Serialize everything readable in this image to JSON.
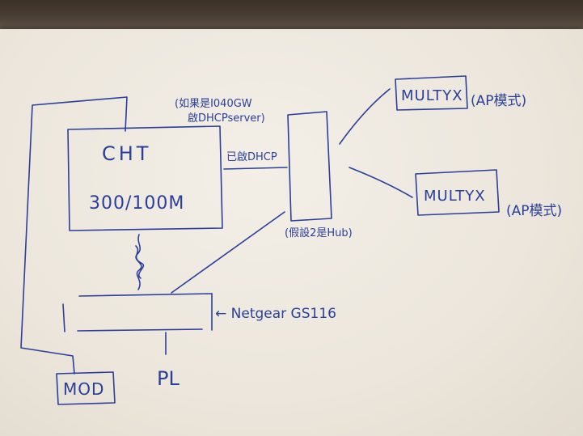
{
  "labels": {
    "note_line1": "(如果是I040GW",
    "note_line2": "啟DHCPserver)",
    "cht_line1": "CHT",
    "cht_line2": "300/100M",
    "dhcp_enabled": "已啟DHCP",
    "hub_label": "(假設2是Hub)",
    "multyx_top": "MULTYX",
    "multyx_top_mode": "(AP模式)",
    "multyx_bottom": "MULTYX",
    "multyx_bottom_mode": "(AP模式)",
    "switch_label": "← Netgear GS116",
    "pl_label": "PL",
    "mod_label": "MOD"
  },
  "colors": {
    "ink": "#2b3f9a",
    "paper": "#f0ebe2",
    "table": "#3d332a"
  }
}
